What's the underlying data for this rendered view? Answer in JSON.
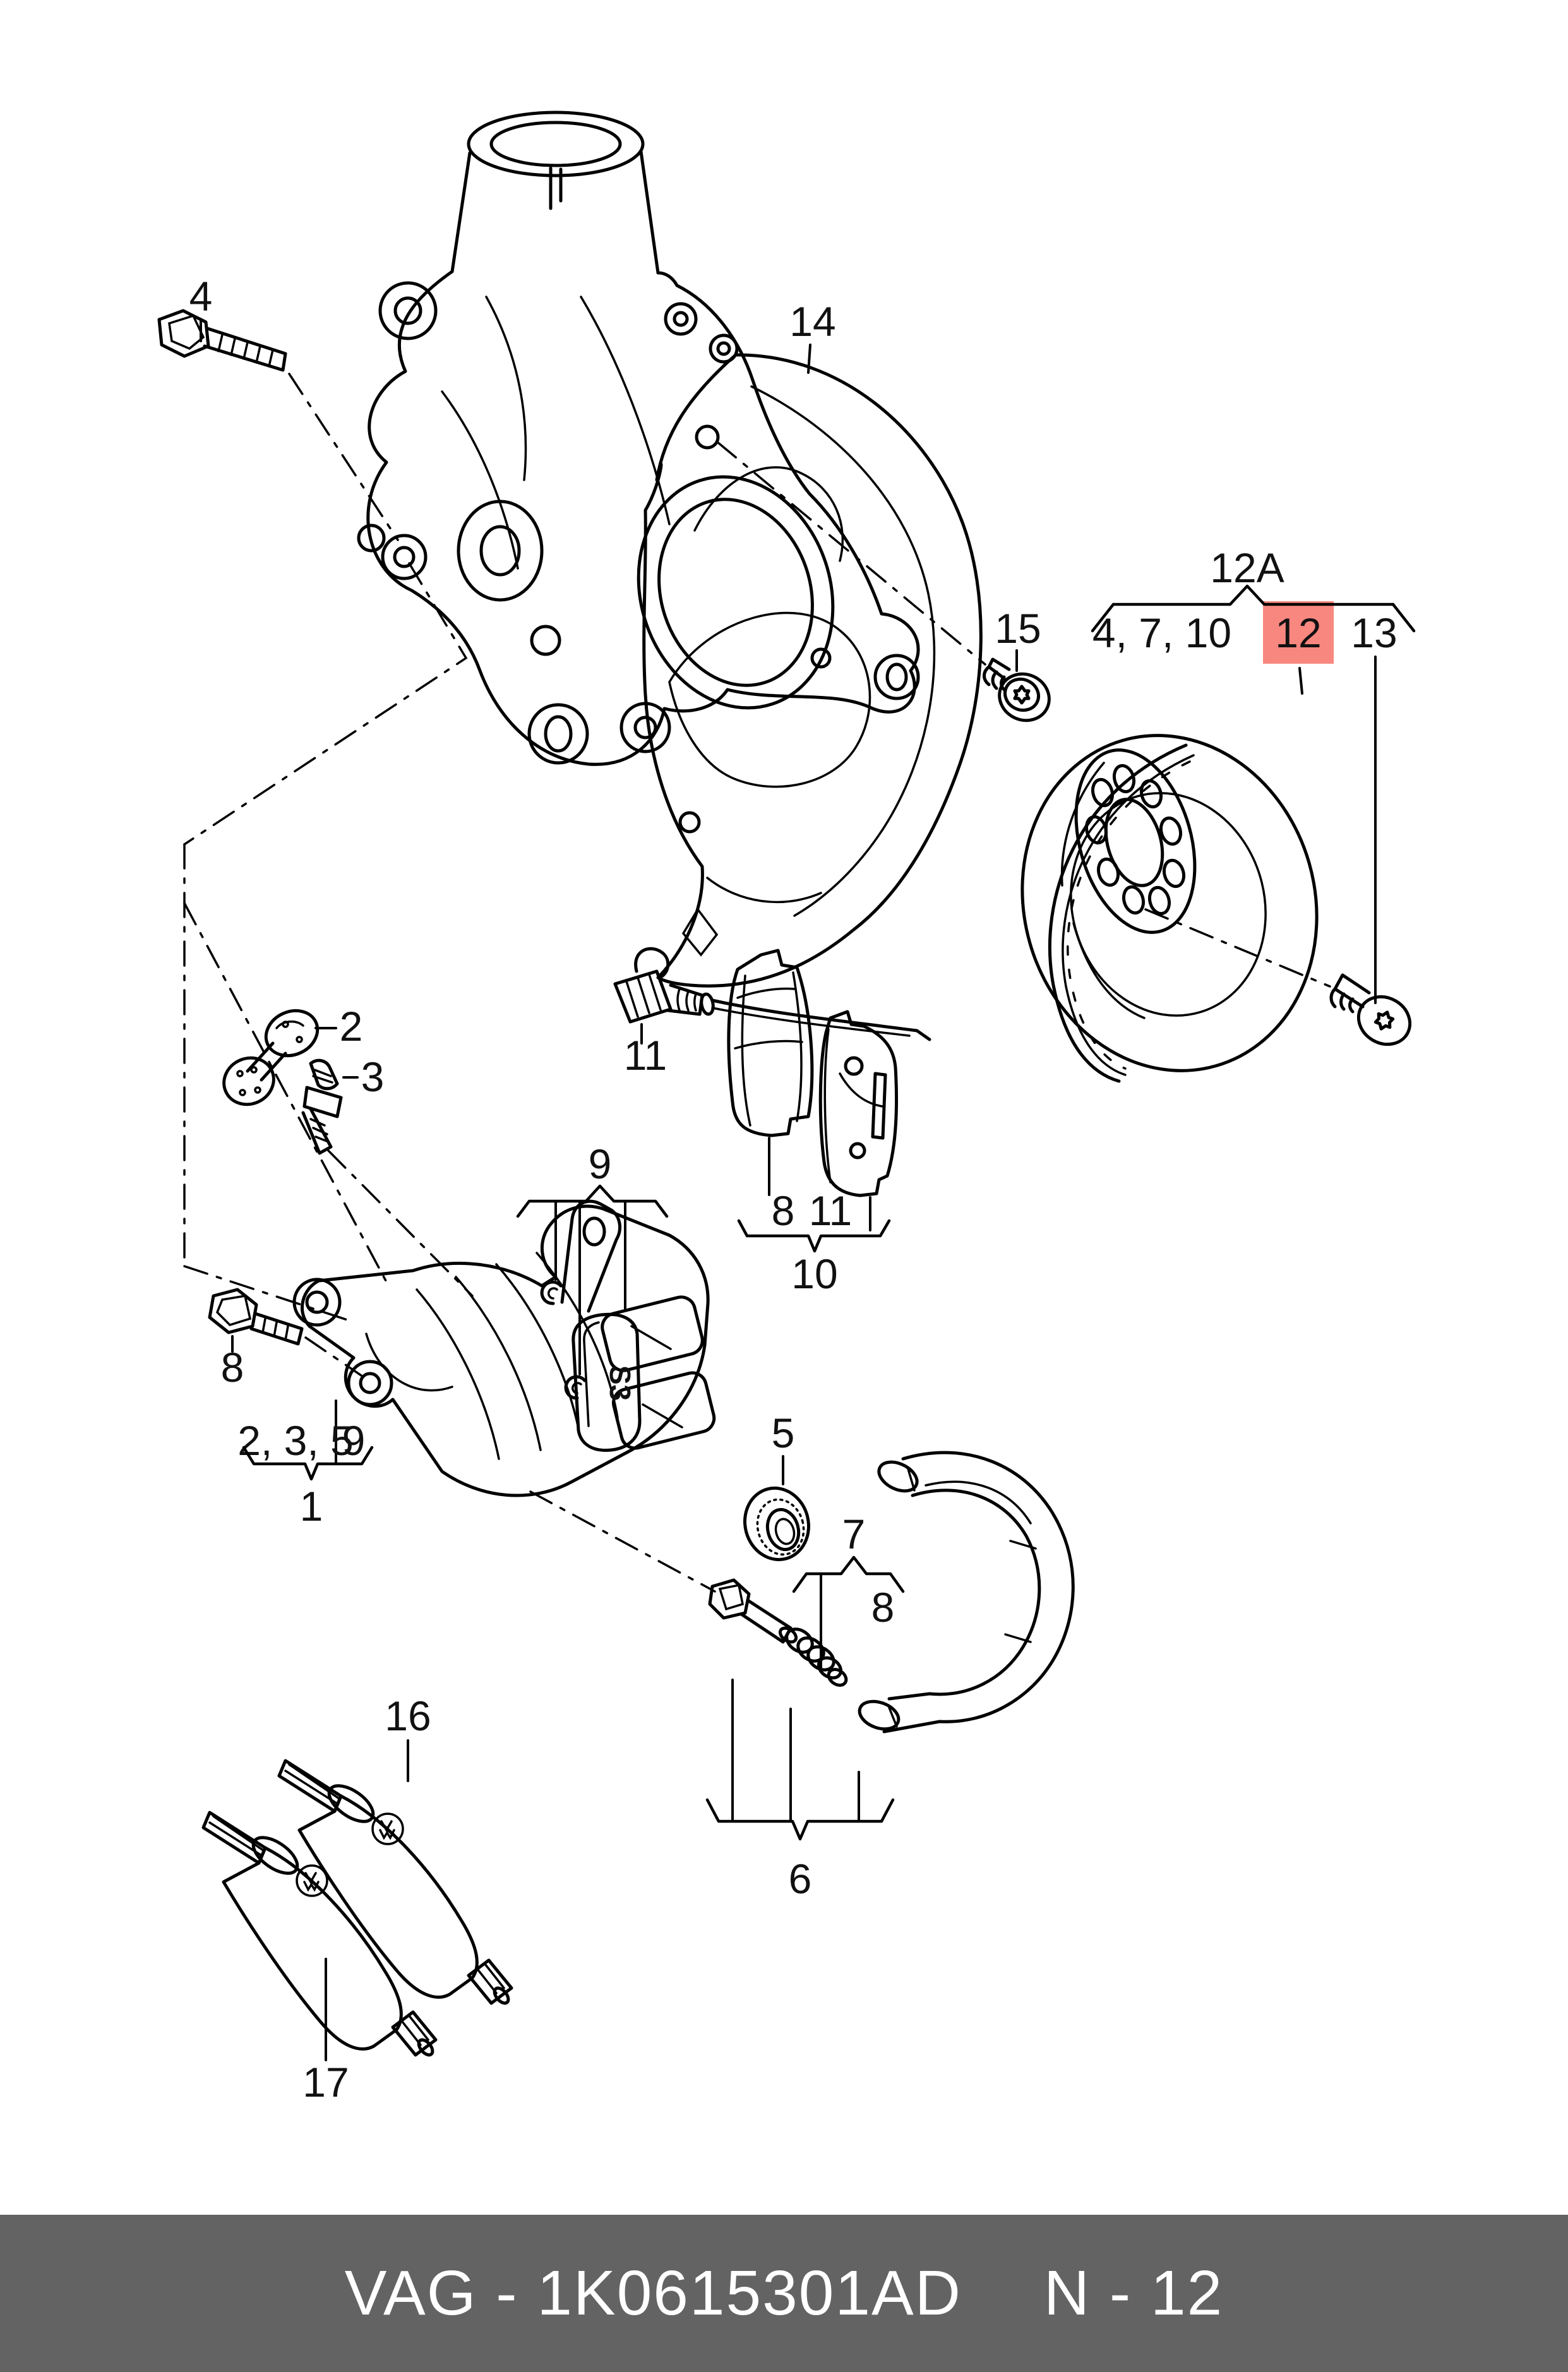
{
  "colors": {
    "highlight": "#f88780",
    "highlight_text": "#801715",
    "footer_bar": "#636363",
    "footer_text": "#ffffff",
    "line": "#000000"
  },
  "footer": {
    "part_number_label": "VAG - 1K0615301AD",
    "page_label": "N - 12"
  },
  "markings": {
    "shim": "S3",
    "tube_logo": "vw-logo"
  },
  "callouts": [
    {
      "part": "knuckle-bolt",
      "text": "4"
    },
    {
      "part": "splash-shield",
      "text": "14"
    },
    {
      "part": "shield-screw",
      "text": "15"
    },
    {
      "part": "disc-group-title",
      "text": "12A"
    },
    {
      "part": "disc-group-members",
      "text": "4, 7, 10"
    },
    {
      "part": "brake-disc",
      "text": "12",
      "highlighted": true
    },
    {
      "part": "disc-screw",
      "text": "13"
    },
    {
      "part": "dust-cap",
      "text": "2"
    },
    {
      "part": "bleeder-valve",
      "text": "3"
    },
    {
      "part": "wear-sensor",
      "text": "11"
    },
    {
      "part": "shim-group",
      "text": "9"
    },
    {
      "part": "pad-inner",
      "text": "8"
    },
    {
      "part": "pad-sensor-side",
      "text": "11"
    },
    {
      "part": "pad-set",
      "text": "10"
    },
    {
      "part": "caliper-bolt",
      "text": "8"
    },
    {
      "part": "caliper-includes",
      "text": "2, 3, 5"
    },
    {
      "part": "caliper-includes-shim",
      "text": "9"
    },
    {
      "part": "caliper",
      "text": "1"
    },
    {
      "part": "grommet",
      "text": "5"
    },
    {
      "part": "guide-pin-group",
      "text": "7"
    },
    {
      "part": "guide-pin-bolt",
      "text": "8"
    },
    {
      "part": "carrier",
      "text": "6"
    },
    {
      "part": "grease-tube-upper",
      "text": "16"
    },
    {
      "part": "grease-tube-lower",
      "text": "17"
    }
  ]
}
